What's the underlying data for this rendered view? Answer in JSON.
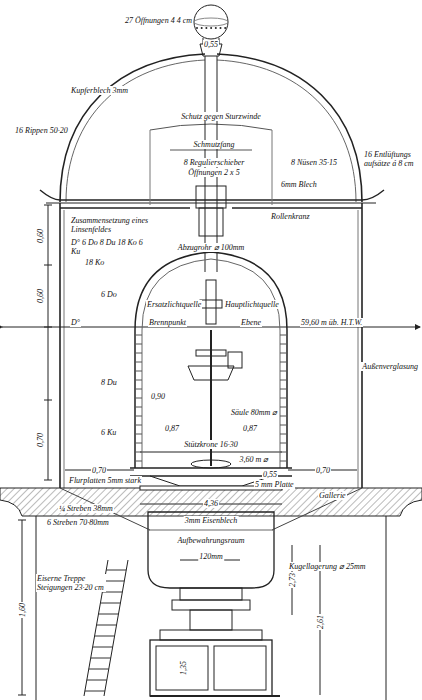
{
  "diagram": {
    "labels": [
      "27 Öffnungen 4 4 cm",
      "0,55",
      "Kupferblech 3mm",
      "Schutz gegen Sturzwinde",
      "16 Rippen 50·20",
      "Schmutzfang",
      "8 Regulierschieber",
      "Öffnungen 2 x 5",
      "8 Nüsen 35·15",
      "16 Entlüftungs aufsätze á 8 cm",
      "6mm Blech",
      "Rollenkranz",
      "Zusammensetzung eines Linsenfeldes",
      "D° 6 Do 8 Du 18 Ko 6 Ku",
      "18 Ko",
      "0,60",
      "0,60",
      "Abzugrohr ⌀ 100mm",
      "6 Do",
      "Ersatzlichtquelle",
      "Hauptlichtquelle",
      "D°",
      "Brennpunkt",
      "Ebene",
      "59,60 m üb. H.T.W.",
      "Außenverglasung",
      "8 Du",
      "0,90",
      "Säule 80mm ⌀",
      "0,87",
      "0,87",
      "6 Ku",
      "Stützkrone 16·30",
      "3,60 m ⌀",
      "0,70",
      "0,70",
      "0,70",
      "Flurplatten 5mm stark",
      "0,55",
      "5 mm Platte",
      "Gallerie",
      "4,36",
      "¼ Streben 38mm",
      "6 Streben 70·80mm",
      "3mm Eisenblech",
      "Aufbewahrungsraum",
      "120mm",
      "Kugellagerung ⌀ 25mm",
      "2,73",
      "Eiserne Treppe Steigungen 23·20 cm",
      "1,60",
      "2,61",
      "1,35"
    ]
  }
}
